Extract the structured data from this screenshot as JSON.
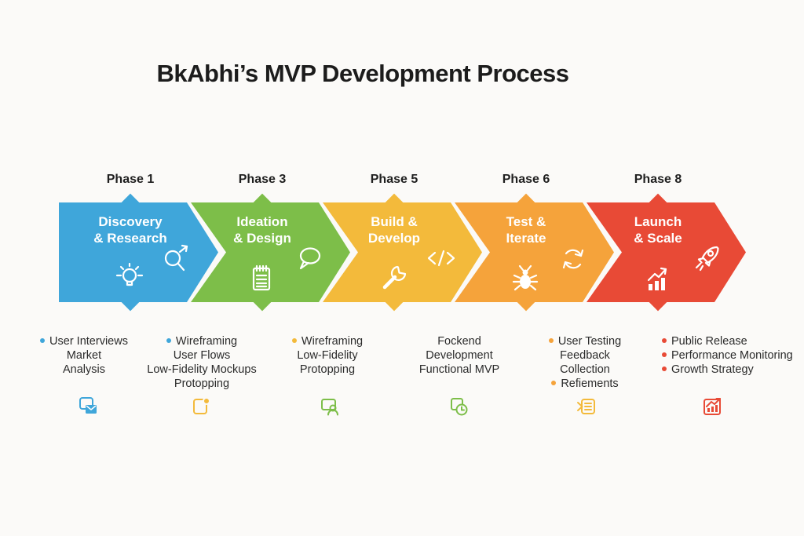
{
  "title": "BkAbhi’s MVP Development Process",
  "colors": {
    "background": "#FBFAF8",
    "ink": "#1c1c1c",
    "blue": "#3FA6DA",
    "green": "#7DBE49",
    "yellow": "#F3BA3B",
    "orange": "#F5A33B",
    "red": "#E84A36"
  },
  "phases": [
    {
      "phase_label": "Phase 1",
      "line1": "Discovery",
      "line2": "& Research",
      "color": "#3FA6DA",
      "icon_top": "magnifier-arrow-icon",
      "icon_bottom": "lightbulb-icon"
    },
    {
      "phase_label": "Phase 3",
      "line1": "Ideation",
      "line2": "& Design",
      "color": "#7DBE49",
      "icon_top": "speech-bubble-icon",
      "icon_bottom": "notepad-icon"
    },
    {
      "phase_label": "Phase 5",
      "line1": "Build &",
      "line2": "Develop",
      "color": "#F3BA3B",
      "icon_top": "code-icon",
      "icon_bottom": "wrench-icon"
    },
    {
      "phase_label": "Phase 6",
      "line1": "Test &",
      "line2": "Iterate",
      "color": "#F5A33B",
      "icon_top": "refresh-icon",
      "icon_bottom": "bug-icon"
    },
    {
      "phase_label": "Phase 8",
      "line1": "Launch",
      "line2": "& Scale",
      "color": "#E84A36",
      "icon_top": "rocket-icon",
      "icon_bottom": "growth-chart-icon"
    }
  ],
  "columns": [
    {
      "bullet_color": "#3FA6DA",
      "footer_icon": "devices-message-icon",
      "items": [
        {
          "bullet": true,
          "text": "User Interviews"
        },
        {
          "bullet": false,
          "text": "Market"
        },
        {
          "bullet": false,
          "text": "Analysis"
        }
      ]
    },
    {
      "bullet_color": "#3FA6DA",
      "footer_icon": "clipboard-dot-icon",
      "items": [
        {
          "bullet": true,
          "text": "Wireframing"
        },
        {
          "bullet": false,
          "text": "User Flows"
        },
        {
          "bullet": false,
          "text": "Low-Fidelity Mockups"
        },
        {
          "bullet": false,
          "text": "Protopping"
        }
      ]
    },
    {
      "bullet_color": "#F3BA3B",
      "footer_icon": "screen-user-icon",
      "items": [
        {
          "bullet": true,
          "text": "Wireframing"
        },
        {
          "bullet": false,
          "text": "Low-Fidelity"
        },
        {
          "bullet": false,
          "text": "Protopping"
        }
      ]
    },
    {
      "bullet_color": "#F5A33B",
      "footer_icon": "history-clock-icon",
      "items": [
        {
          "bullet": false,
          "text": "Fockend"
        },
        {
          "bullet": false,
          "text": "Development"
        },
        {
          "bullet": false,
          "text": "Functional MVP"
        }
      ]
    },
    {
      "bullet_color": "#F5A33B",
      "footer_icon": "list-chevron-icon",
      "items": [
        {
          "bullet": true,
          "text": "User Testing"
        },
        {
          "bullet": false,
          "text": "Feedback"
        },
        {
          "bullet": false,
          "text": "Collection"
        },
        {
          "bullet": true,
          "text": "Refiements"
        }
      ]
    },
    {
      "bullet_color": "#E84A36",
      "footer_icon": "chart-box-icon",
      "items": [
        {
          "bullet": true,
          "text": "Public Release"
        },
        {
          "bullet": true,
          "text": "Performance Monitoring"
        },
        {
          "bullet": true,
          "text": "Growth Strategy"
        }
      ]
    }
  ]
}
